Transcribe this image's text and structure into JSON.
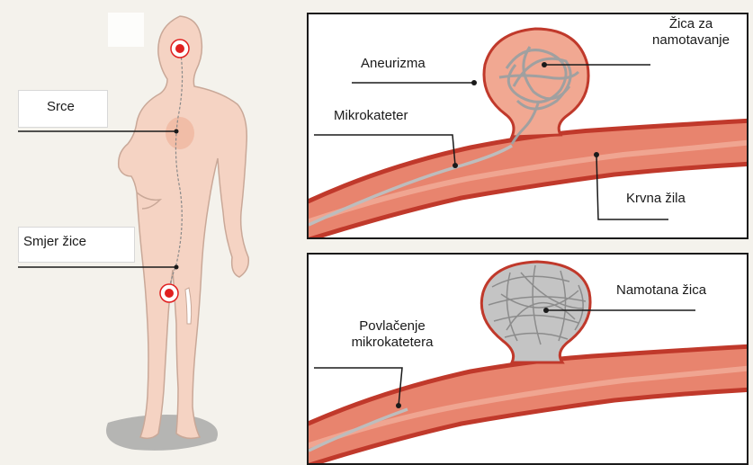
{
  "figure": {
    "labels": {
      "srce": "Srce",
      "smjer_zice": "Smjer žice",
      "aneurizma": "Aneurizma",
      "zica_za_namotavanje_line1": "Žica za",
      "zica_za_namotavanje_line2": "namotavanje",
      "mikrokateter": "Mikrokateter",
      "krvna_zila": "Krvna žila",
      "namotana_zica": "Namotana žica",
      "povlacenje_line1": "Povlačenje",
      "povlacenje_line2": "mikrokatetera"
    },
    "colors": {
      "background": "#f4f2ec",
      "body_fill": "#f5d3c3",
      "body_stroke": "#c9a898",
      "vessel_outer": "#c0392b",
      "vessel_inner": "#e8846e",
      "vessel_highlight": "#f4b4a0",
      "aneurysm_fill": "#f1a892",
      "coil": "#a8a8a8",
      "target_red": "#e02020",
      "shadow": "#9a9a9a",
      "leader_line": "#1a1a1a"
    },
    "icons": [
      "target-marker-icon",
      "coil-wire-icon",
      "catheter-icon"
    ]
  }
}
